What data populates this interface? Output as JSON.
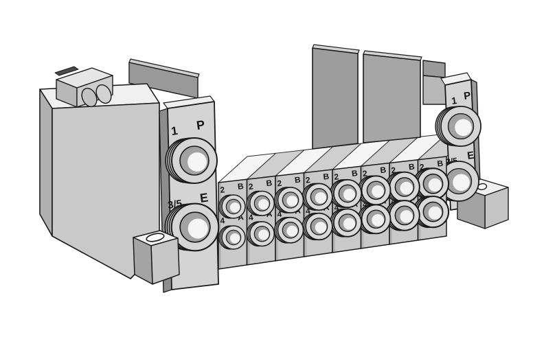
{
  "illustration_type": "pneumatic-valve-manifold-product-drawing",
  "colors": {
    "background": "#ffffff",
    "outline": "#1a1a1a",
    "body_light": "#d4d4d4",
    "body_mid": "#c6c6c6",
    "body_dark": "#9b9b9b",
    "top_highlight": "#f2f2f2"
  },
  "left_end_plate": {
    "p_num": "1",
    "p_letter": "P",
    "e_num": "3/5",
    "e_letter": "E"
  },
  "right_end_plate": {
    "p_num": "1",
    "p_letter": "P",
    "e_num": "3/5",
    "e_letter": "E"
  },
  "stations": {
    "count": 8,
    "top_num": "2",
    "top_letter": "B",
    "bottom_num": "4",
    "bottom_letter": "A"
  }
}
